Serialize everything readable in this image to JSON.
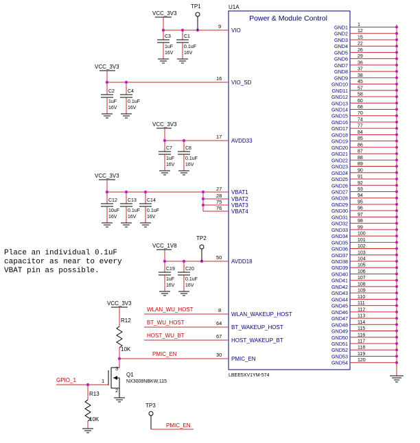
{
  "ic": {
    "ref": "U1A",
    "title": "Power & Module Control",
    "part": "LBEE5XV1YM-574",
    "left_pins": [
      {
        "num": "9",
        "name": "VIO"
      },
      {
        "num": "16",
        "name": "VIO_SD"
      },
      {
        "num": "17",
        "name": "AVDD33"
      },
      {
        "num": "27",
        "name": "VBAT1"
      },
      {
        "num": "28",
        "name": "VBAT2"
      },
      {
        "num": "75",
        "name": "VBAT3"
      },
      {
        "num": "76",
        "name": "VBAT4"
      },
      {
        "num": "50",
        "name": "AVDD18"
      },
      {
        "num": "8",
        "name": "WLAN_WAKEUP_HOST"
      },
      {
        "num": "64",
        "name": "BT_WAKEUP_HOST"
      },
      {
        "num": "67",
        "name": "HOST_WAKEUP_BT"
      },
      {
        "num": "30",
        "name": "PMIC_EN"
      }
    ],
    "gnd_pins": [
      {
        "num": "1",
        "name": "GND1"
      },
      {
        "num": "12",
        "name": "GND2"
      },
      {
        "num": "15",
        "name": "GND3"
      },
      {
        "num": "22",
        "name": "GND4"
      },
      {
        "num": "26",
        "name": "GND5"
      },
      {
        "num": "29",
        "name": "GND6"
      },
      {
        "num": "36",
        "name": "GND7"
      },
      {
        "num": "37",
        "name": "GND8"
      },
      {
        "num": "38",
        "name": "GND9"
      },
      {
        "num": "45",
        "name": "GND10"
      },
      {
        "num": "57",
        "name": "GND11"
      },
      {
        "num": "58",
        "name": "GND12"
      },
      {
        "num": "60",
        "name": "GND13"
      },
      {
        "num": "68",
        "name": "GND14"
      },
      {
        "num": "70",
        "name": "GND15"
      },
      {
        "num": "74",
        "name": "GND16"
      },
      {
        "num": "77",
        "name": "GND17"
      },
      {
        "num": "84",
        "name": "GND18"
      },
      {
        "num": "85",
        "name": "GND19"
      },
      {
        "num": "86",
        "name": "GND20"
      },
      {
        "num": "87",
        "name": "GND21"
      },
      {
        "num": "88",
        "name": "GND22"
      },
      {
        "num": "89",
        "name": "GND23"
      },
      {
        "num": "90",
        "name": "GND24"
      },
      {
        "num": "91",
        "name": "GND25"
      },
      {
        "num": "92",
        "name": "GND26"
      },
      {
        "num": "93",
        "name": "GND27"
      },
      {
        "num": "94",
        "name": "GND28"
      },
      {
        "num": "95",
        "name": "GND29"
      },
      {
        "num": "96",
        "name": "GND30"
      },
      {
        "num": "97",
        "name": "GND31"
      },
      {
        "num": "98",
        "name": "GND32"
      },
      {
        "num": "99",
        "name": "GND33"
      },
      {
        "num": "100",
        "name": "GND34"
      },
      {
        "num": "101",
        "name": "GND35"
      },
      {
        "num": "102",
        "name": "GND36"
      },
      {
        "num": "103",
        "name": "GND37"
      },
      {
        "num": "104",
        "name": "GND38"
      },
      {
        "num": "105",
        "name": "GND39"
      },
      {
        "num": "106",
        "name": "GND40"
      },
      {
        "num": "107",
        "name": "GND41"
      },
      {
        "num": "108",
        "name": "GND42"
      },
      {
        "num": "109",
        "name": "GND43"
      },
      {
        "num": "110",
        "name": "GND44"
      },
      {
        "num": "111",
        "name": "GND45"
      },
      {
        "num": "112",
        "name": "GND46"
      },
      {
        "num": "113",
        "name": "GND47"
      },
      {
        "num": "114",
        "name": "GND48"
      },
      {
        "num": "115",
        "name": "GND49"
      },
      {
        "num": "116",
        "name": "GND50"
      },
      {
        "num": "117",
        "name": "GND51"
      },
      {
        "num": "118",
        "name": "GND52"
      },
      {
        "num": "119",
        "name": "GND53"
      },
      {
        "num": "120",
        "name": "GND54"
      }
    ]
  },
  "rails": {
    "vcc_3v3": "VCC_3V3",
    "vcc_1v8": "VCC_1V8"
  },
  "test_points": {
    "tp1": "TP1",
    "tp2": "TP2",
    "tp3": "TP3"
  },
  "capacitors": {
    "c3": {
      "ref": "C3",
      "value": "1uF",
      "voltage": "16V"
    },
    "c1": {
      "ref": "C1",
      "value": "0.1uF",
      "voltage": "16V"
    },
    "c2": {
      "ref": "C2",
      "value": "1uF",
      "voltage": "16V"
    },
    "c4": {
      "ref": "C4",
      "value": "0.1uF",
      "voltage": "16V"
    },
    "c7": {
      "ref": "C7",
      "value": "1uF",
      "voltage": "16V"
    },
    "c8": {
      "ref": "C8",
      "value": "0.1uF",
      "voltage": "16V"
    },
    "c12": {
      "ref": "C12",
      "value": "10uF",
      "voltage": "16V"
    },
    "c13": {
      "ref": "C13",
      "value": "0.1uF",
      "voltage": "16V"
    },
    "c14": {
      "ref": "C14",
      "value": "0.1uF",
      "voltage": "16V"
    },
    "c19": {
      "ref": "C19",
      "value": "1uF",
      "voltage": "16V"
    },
    "c20": {
      "ref": "C20",
      "value": "0.1uF",
      "voltage": "16V"
    }
  },
  "note": [
    "Place an individual 0.1uF",
    "capacitor as near to every",
    "VBAT pin as possible."
  ],
  "nets": {
    "wlan_wu_host": "WLAN_WU_HOST",
    "bt_wu_host": "BT_WU_HOST",
    "host_wu_bt": "HOST_WU_BT",
    "pmic_en": "PMIC_EN",
    "gpio_1": "GPIO_1"
  },
  "resistors": {
    "r12": {
      "ref": "R12",
      "value": "10K"
    },
    "r13": {
      "ref": "R13",
      "value": "10K"
    }
  },
  "transistor": {
    "ref": "Q1",
    "part": "NX3008NBKW,115",
    "pin_gate": "1",
    "pin_drain": "3",
    "pin_source": "2"
  }
}
